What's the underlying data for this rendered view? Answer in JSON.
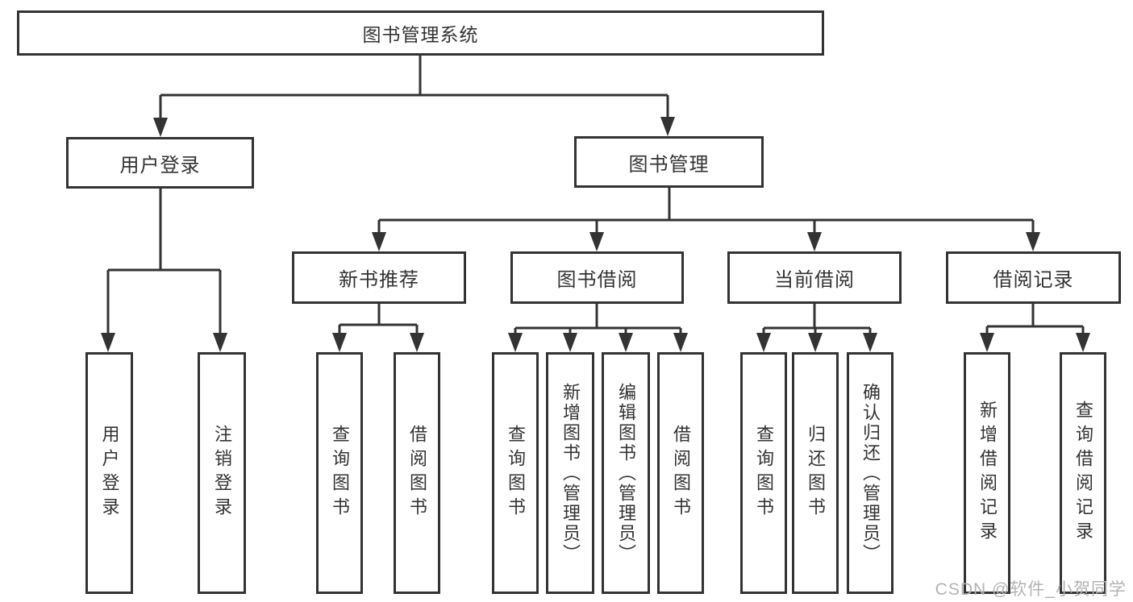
{
  "diagram": {
    "root": {
      "label": "图书管理系统"
    },
    "level2": {
      "user_login": {
        "label": "用户登录"
      },
      "book_management": {
        "label": "图书管理"
      }
    },
    "level3": {
      "new_book_recommend": {
        "label": "新书推荐",
        "parent": "图书管理"
      },
      "book_borrow": {
        "label": "图书借阅",
        "parent": "图书管理"
      },
      "current_borrow": {
        "label": "当前借阅",
        "parent": "图书管理"
      },
      "borrow_records": {
        "label": "借阅记录",
        "parent": "图书管理"
      }
    },
    "leaves": [
      {
        "label": "用户登录",
        "parent": "用户登录"
      },
      {
        "label": "注销登录",
        "parent": "用户登录"
      },
      {
        "label": "查询图书",
        "parent": "新书推荐"
      },
      {
        "label": "借阅图书",
        "parent": "新书推荐"
      },
      {
        "label": "查询图书",
        "parent": "图书借阅"
      },
      {
        "label": "新增图书（管理员）",
        "parent": "图书借阅"
      },
      {
        "label": "编辑图书（管理员）",
        "parent": "图书借阅"
      },
      {
        "label": "借阅图书",
        "parent": "图书借阅"
      },
      {
        "label": "查询图书",
        "parent": "当前借阅"
      },
      {
        "label": "归还图书",
        "parent": "当前借阅"
      },
      {
        "label": "确认归还（管理员）",
        "parent": "当前借阅"
      },
      {
        "label": "新增借阅记录",
        "parent": "借阅记录"
      },
      {
        "label": "查询借阅记录",
        "parent": "借阅记录"
      }
    ],
    "watermark": "CSDN @软件_小贺同学",
    "colors": {
      "line": "#333333",
      "box_background": "#ffffff",
      "text": "#333333",
      "watermark": "#b3b3b3"
    }
  }
}
